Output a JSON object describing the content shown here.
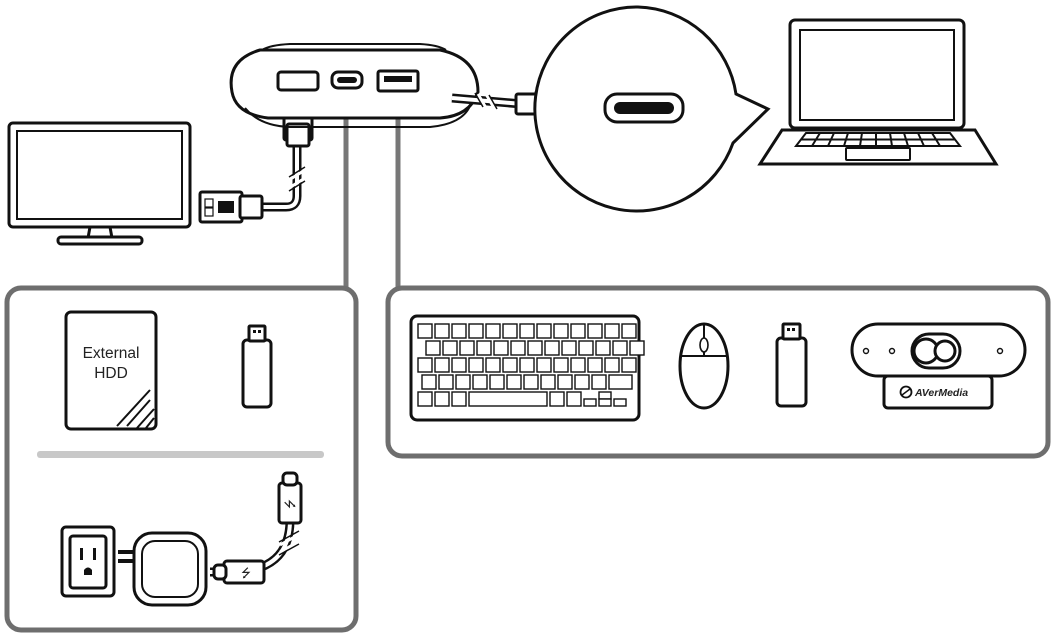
{
  "hdd": {
    "line1": "External",
    "line2": "HDD"
  },
  "webcam": {
    "brand": "AVerMedia"
  },
  "usb_symbol": "⭍",
  "colors": {
    "outline": "#111111",
    "panel_border": "#6e6e6e",
    "divider": "#c8c8c8",
    "background": "#ffffff"
  }
}
